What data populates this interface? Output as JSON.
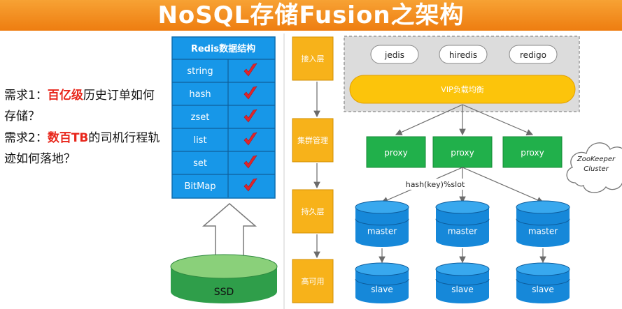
{
  "title": "NoSQL存储Fusion之架构",
  "requirements": [
    {
      "prefix": "需求1：",
      "highlight": "百亿级",
      "rest_line1": "历史订单如何",
      "line2": "存储？"
    },
    {
      "prefix": "需求2：",
      "highlight": "数百TB",
      "rest_line1": "的司机行程轨",
      "line2": "迹如何落地？"
    }
  ],
  "redis": {
    "header": "Redis数据结构",
    "types": [
      "string",
      "hash",
      "zset",
      "list",
      "set",
      "BitMap"
    ]
  },
  "storage": "SSD",
  "layers": [
    "接入层",
    "集群管理",
    "持久层",
    "高可用"
  ],
  "clients": [
    "jedis",
    "hiredis",
    "redigo"
  ],
  "vip": "VIP负载均衡",
  "proxies": [
    "proxy",
    "proxy",
    "proxy"
  ],
  "zookeeper": [
    "ZooKeeper",
    "Cluster"
  ],
  "hash_label": "hash(key)%slot",
  "master_label": "master",
  "slave_label": "slave",
  "colors": {
    "banner": "#ee7d10",
    "redis_blue": "#1797e8",
    "layer_orange": "#f7b21a",
    "proxy_green": "#21b04b",
    "vip_yellow": "#fcc40b",
    "db_blue": "#1688d9",
    "ssd_green": "#2f9e4a",
    "check_red": "#e0252b"
  }
}
